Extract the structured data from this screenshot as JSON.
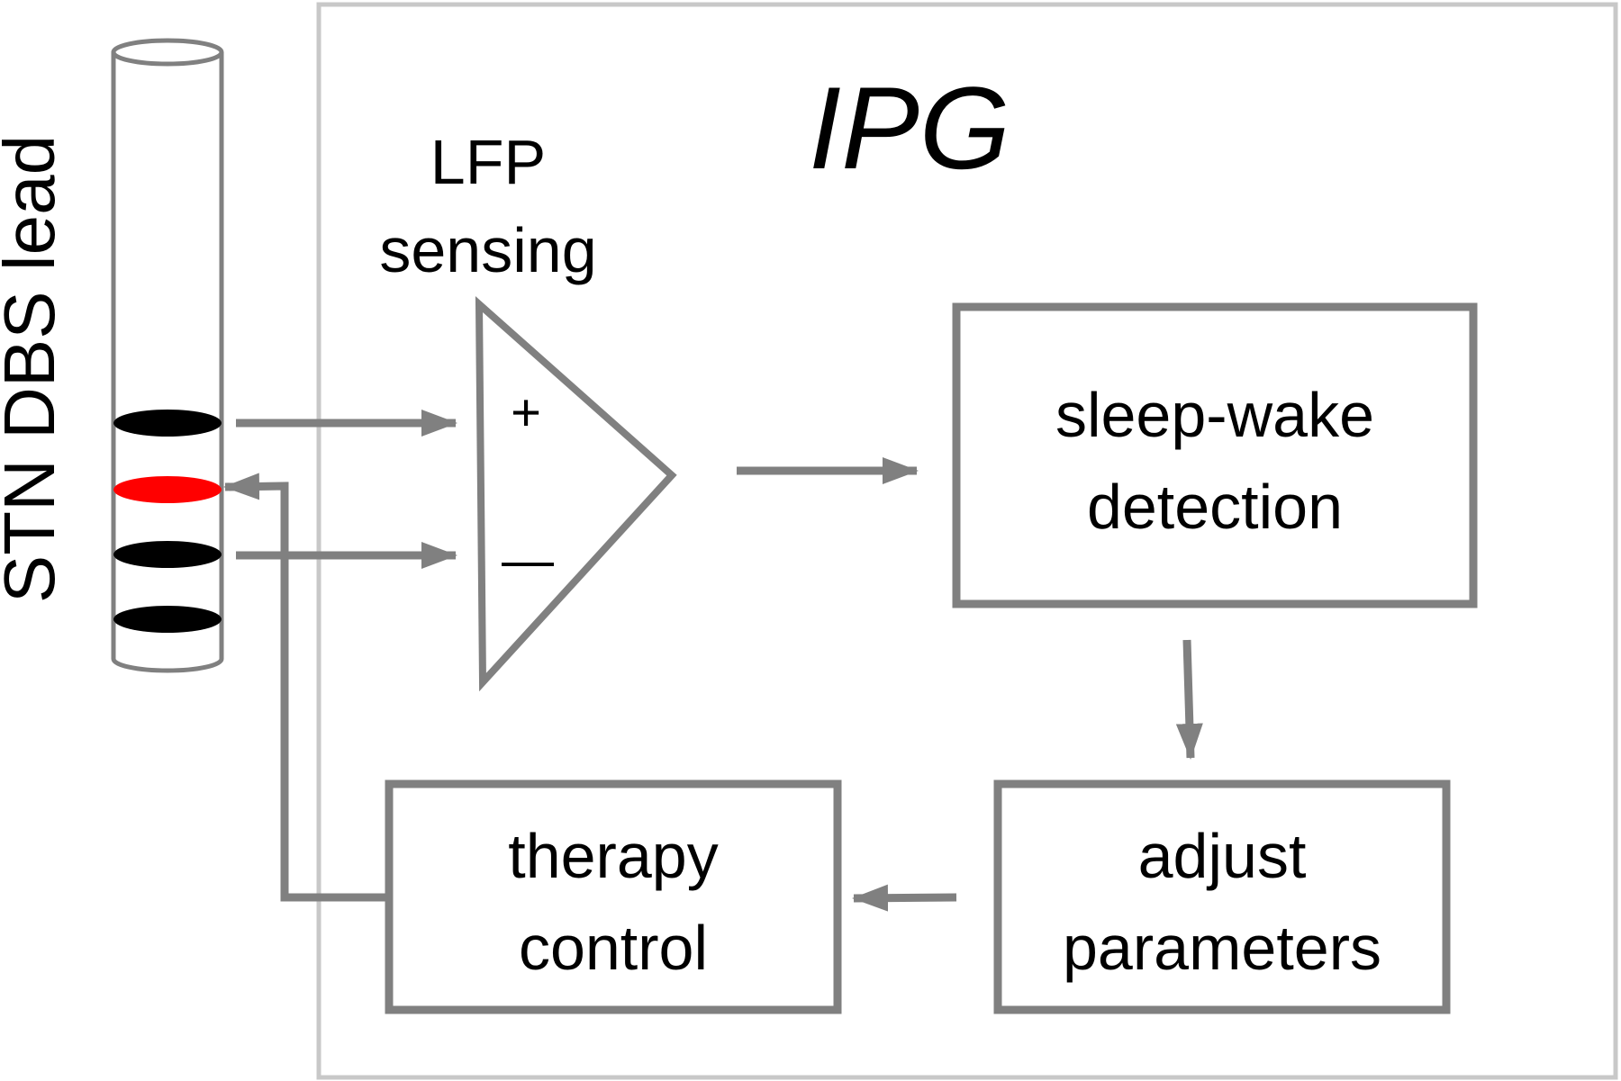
{
  "lead": {
    "label": "STN DBS lead",
    "contacts": [
      "black",
      "red",
      "black",
      "black"
    ]
  },
  "ipg": {
    "title": "IPG"
  },
  "amplifier": {
    "label_line1": "LFP",
    "label_line2": "sensing",
    "plus": "+",
    "minus": "—"
  },
  "boxes": {
    "sleep_wake": {
      "line1": "sleep-wake",
      "line2": "detection"
    },
    "adjust": {
      "line1": "adjust",
      "line2": "parameters"
    },
    "therapy": {
      "line1": "therapy",
      "line2": "control"
    }
  },
  "colors": {
    "stroke": "#808080",
    "ipg_border": "#c8c8c8",
    "contact": "#000000",
    "active_contact": "#ff0000"
  }
}
